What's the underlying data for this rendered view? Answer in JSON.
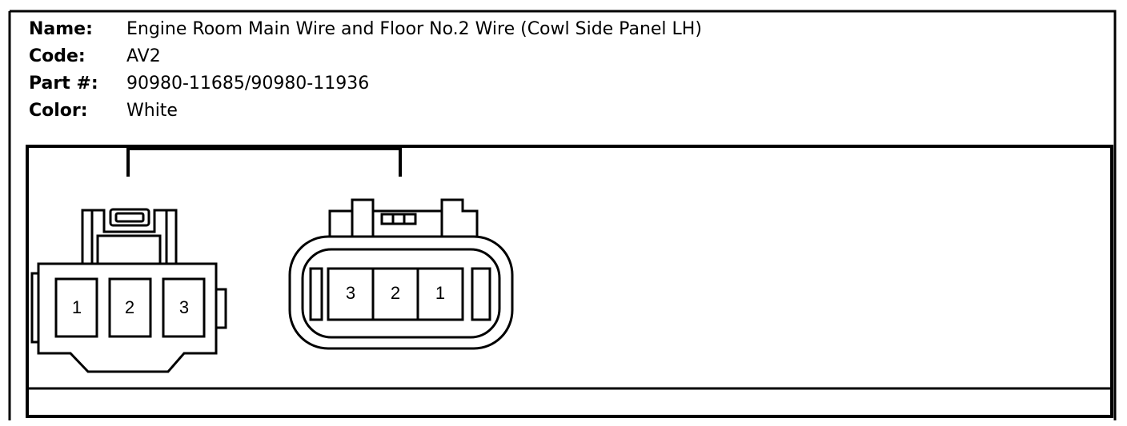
{
  "info": {
    "name_label": "Name:",
    "name_value": "Engine Room Main Wire and Floor No.2 Wire (Cowl Side Panel LH)",
    "code_label": "Code:",
    "code_value": "AV2",
    "part_label": "Part #:",
    "part_value": "90980-11685/90980-11936",
    "color_label": "Color:",
    "color_value": "White"
  },
  "connectors": {
    "male": {
      "pins": [
        "1",
        "2",
        "3"
      ]
    },
    "female": {
      "pins": [
        "3",
        "2",
        "1"
      ]
    }
  }
}
